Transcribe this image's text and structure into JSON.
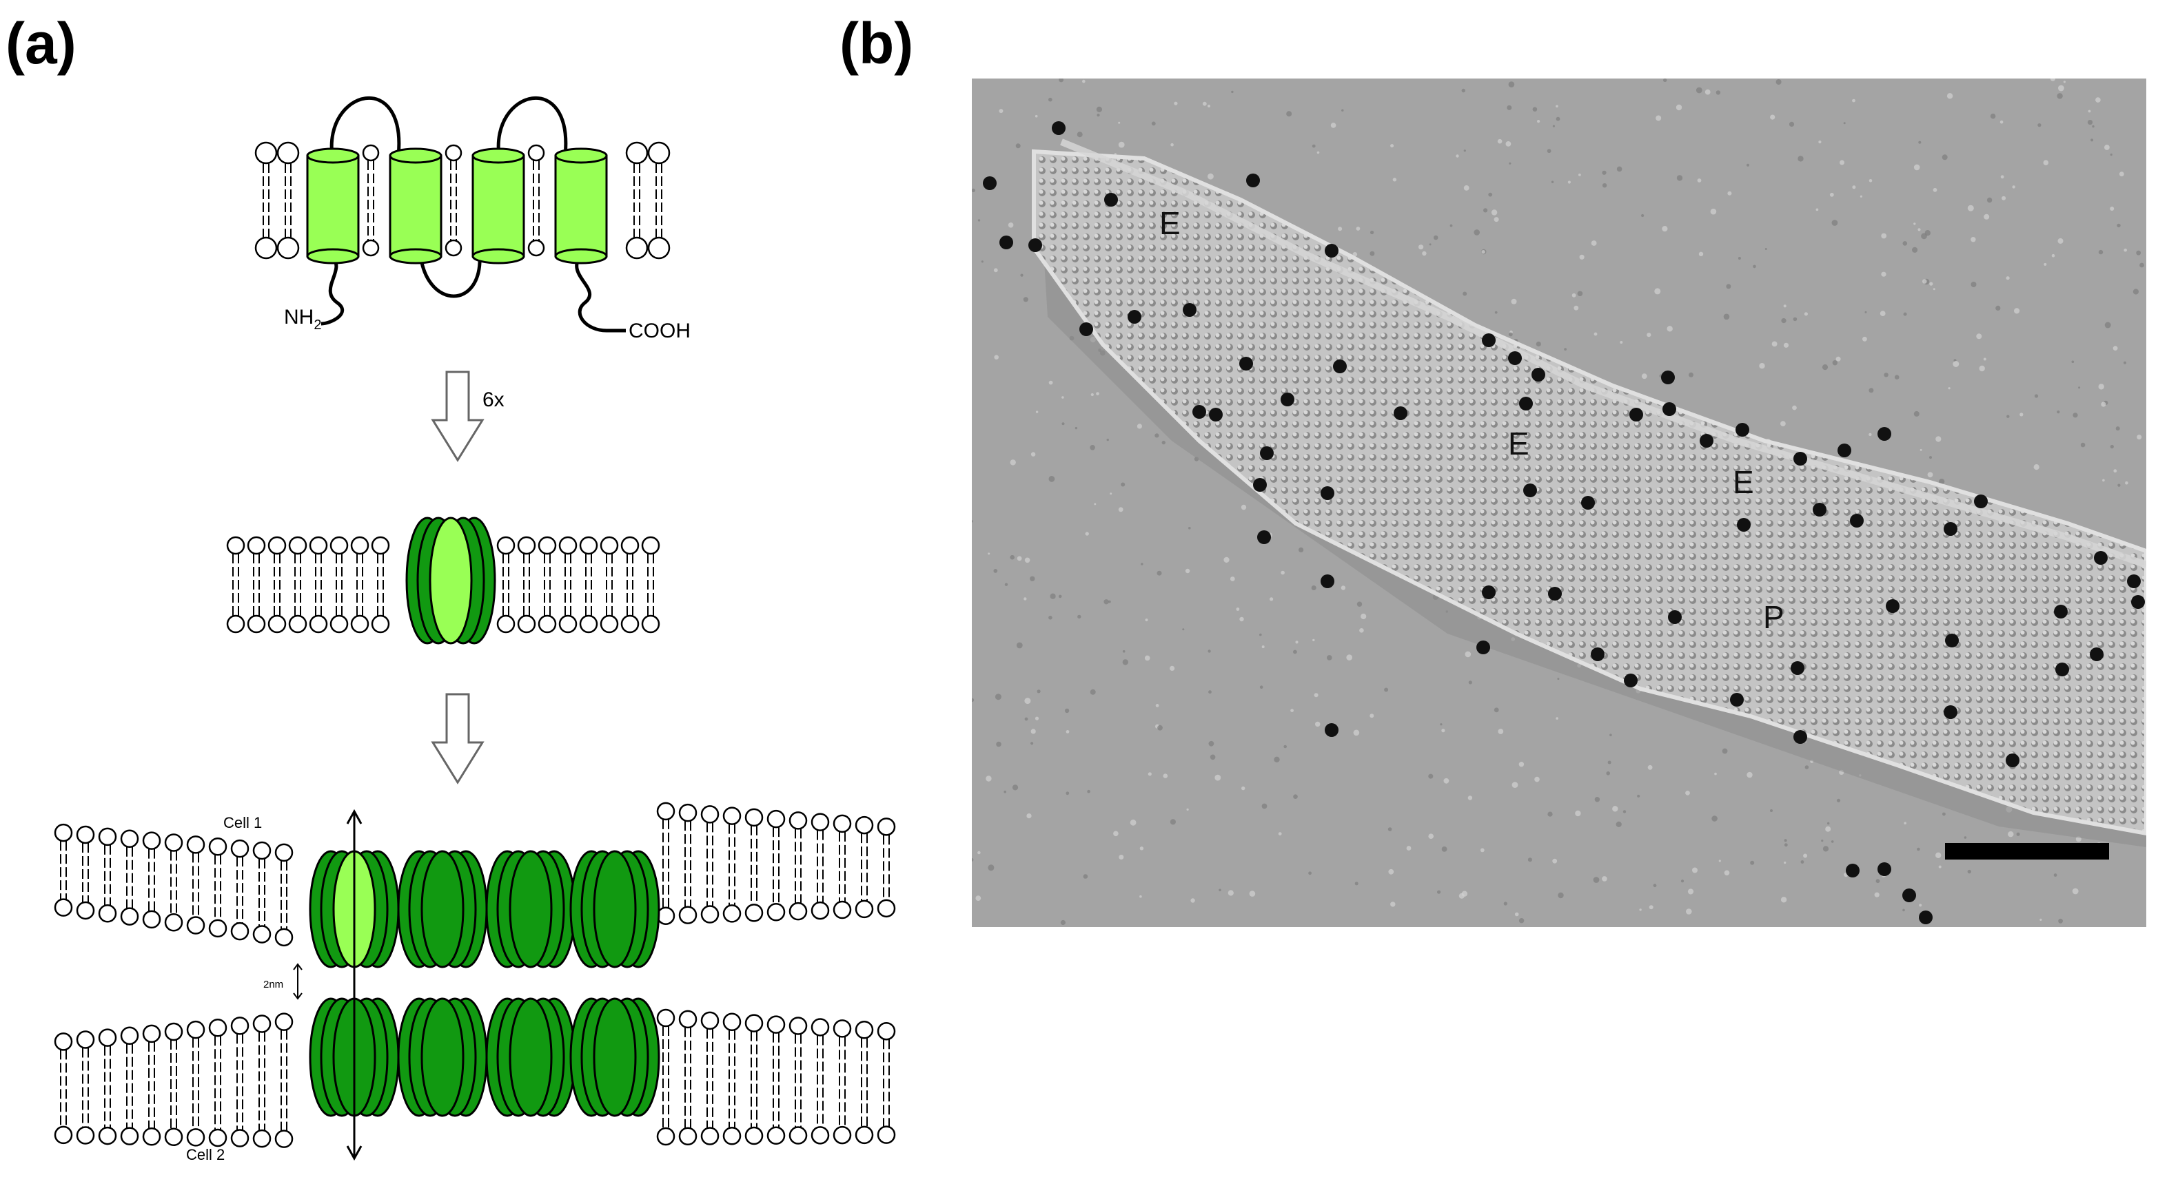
{
  "panels": {
    "a": {
      "label": "(a)",
      "connexin_n_terminus": "NH",
      "connexin_n_terminus_sub": "2",
      "connexin_c_terminus": "COOH",
      "oligomer_count": "6x",
      "cell_top": "Cell 1",
      "cell_bottom": "Cell 2",
      "gap_width": "2nm"
    },
    "b": {
      "label": "(b)",
      "micrograph_labels": [
        "E",
        "E",
        "E",
        "P"
      ]
    }
  },
  "colors": {
    "helix_light": "#99ff55",
    "connexon_dark": "#119911",
    "connexon_light": "#99ff55",
    "micrograph_bg": "#a4a4a4",
    "gold_particle": "#111111"
  }
}
